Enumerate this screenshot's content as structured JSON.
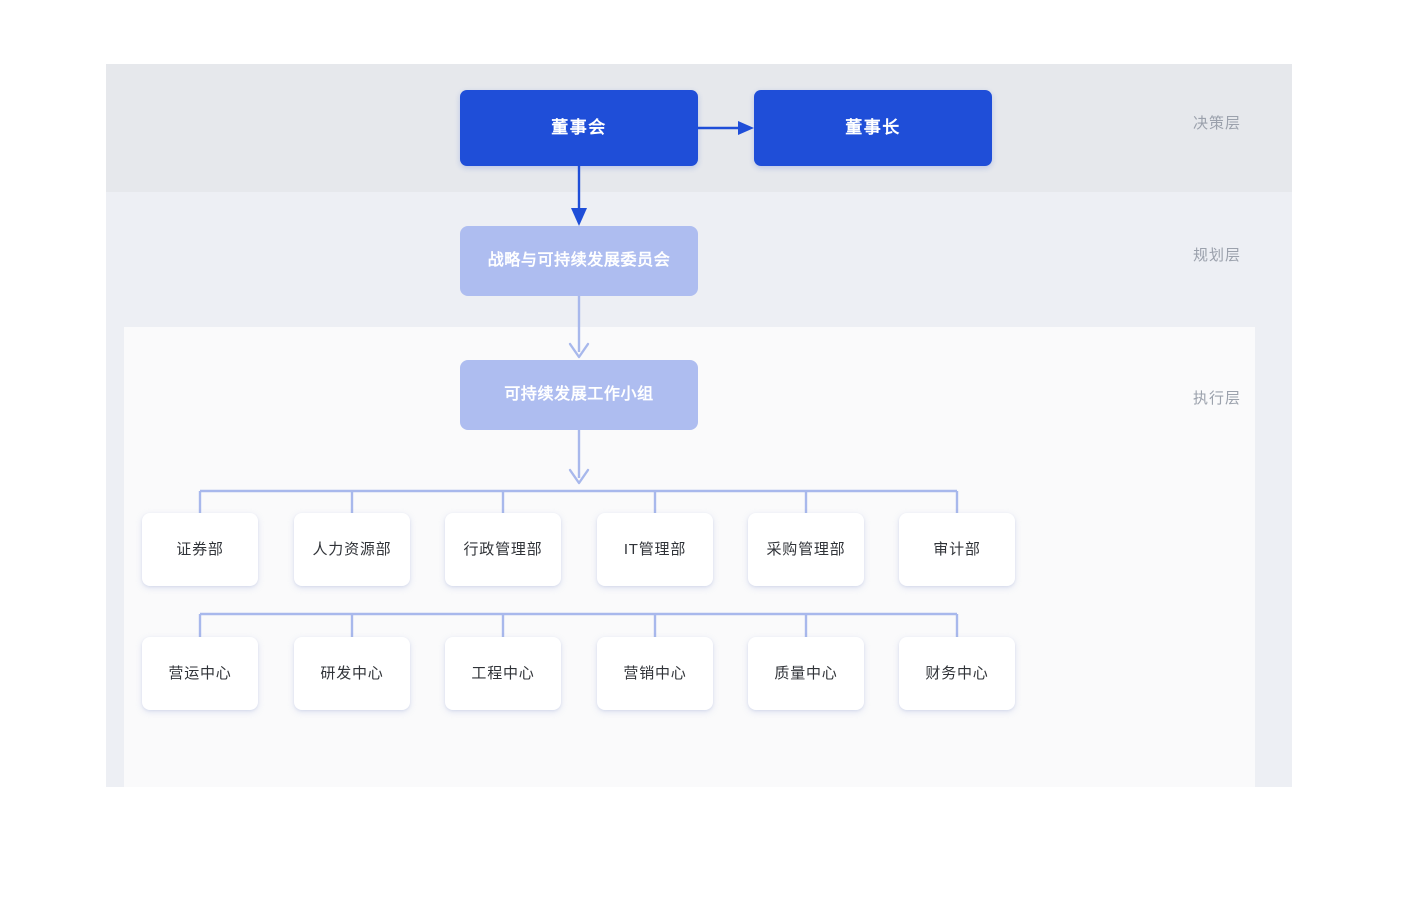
{
  "colors": {
    "primary": "#1f4ed8",
    "committee": "#aebdf0",
    "connector_light": "#a8b8ec",
    "connector_dark": "#1f4ed8",
    "band_decision": "#e6e8ec",
    "band_planning": "#edeff4",
    "band_exec": "#fafafb",
    "dept_text": "#303338",
    "layer_label_text": "#9ba1ac"
  },
  "layers": [
    {
      "id": "decision",
      "label": "决策层"
    },
    {
      "id": "planning",
      "label": "规划层"
    },
    {
      "id": "execution",
      "label": "执行层"
    }
  ],
  "nodes": {
    "board": "董事会",
    "chairman": "董事长",
    "committee": "战略与可持续发展委员会",
    "workgroup": "可持续发展工作小组"
  },
  "departments_row1": [
    {
      "label": "证券部"
    },
    {
      "label": "人力资源部"
    },
    {
      "label": "行政管理部"
    },
    {
      "label": "IT管理部"
    },
    {
      "label": "采购管理部"
    },
    {
      "label": "审计部"
    }
  ],
  "departments_row2": [
    {
      "label": "营运中心"
    },
    {
      "label": "研发中心"
    },
    {
      "label": "工程中心"
    },
    {
      "label": "营销中心"
    },
    {
      "label": "质量中心"
    },
    {
      "label": "财务中心"
    }
  ],
  "connections": [
    {
      "from": "board",
      "to": "chairman",
      "style": "arrow-right-solid"
    },
    {
      "from": "board",
      "to": "committee",
      "style": "arrow-down-solid"
    },
    {
      "from": "committee",
      "to": "workgroup",
      "style": "arrow-down-open"
    },
    {
      "from": "workgroup",
      "to": "departments_row1",
      "style": "bus-down"
    },
    {
      "from": "departments_row1",
      "to": "departments_row2",
      "style": "bus-down"
    }
  ]
}
